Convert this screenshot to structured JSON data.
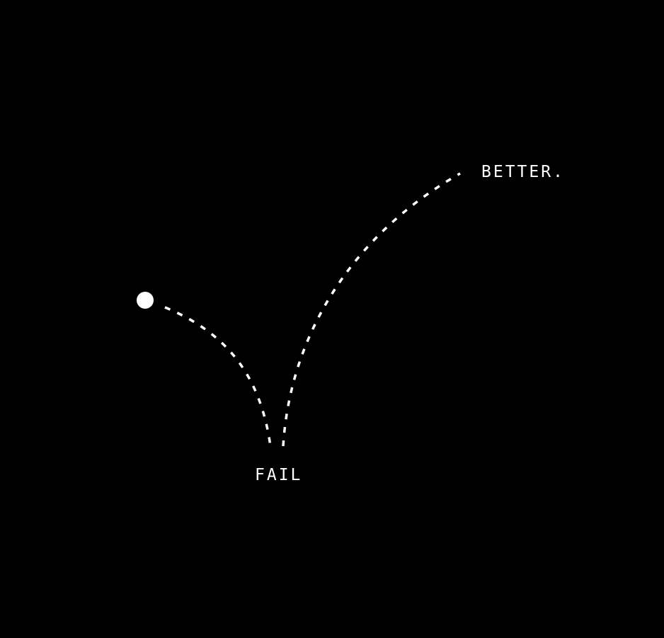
{
  "diagram": {
    "labels": {
      "fail": "FAIL",
      "better": "BETTER."
    },
    "colors": {
      "background": "#000000",
      "foreground": "#ffffff"
    },
    "marks": {
      "start_point": "filled-circle",
      "path_style": "dashed"
    }
  }
}
